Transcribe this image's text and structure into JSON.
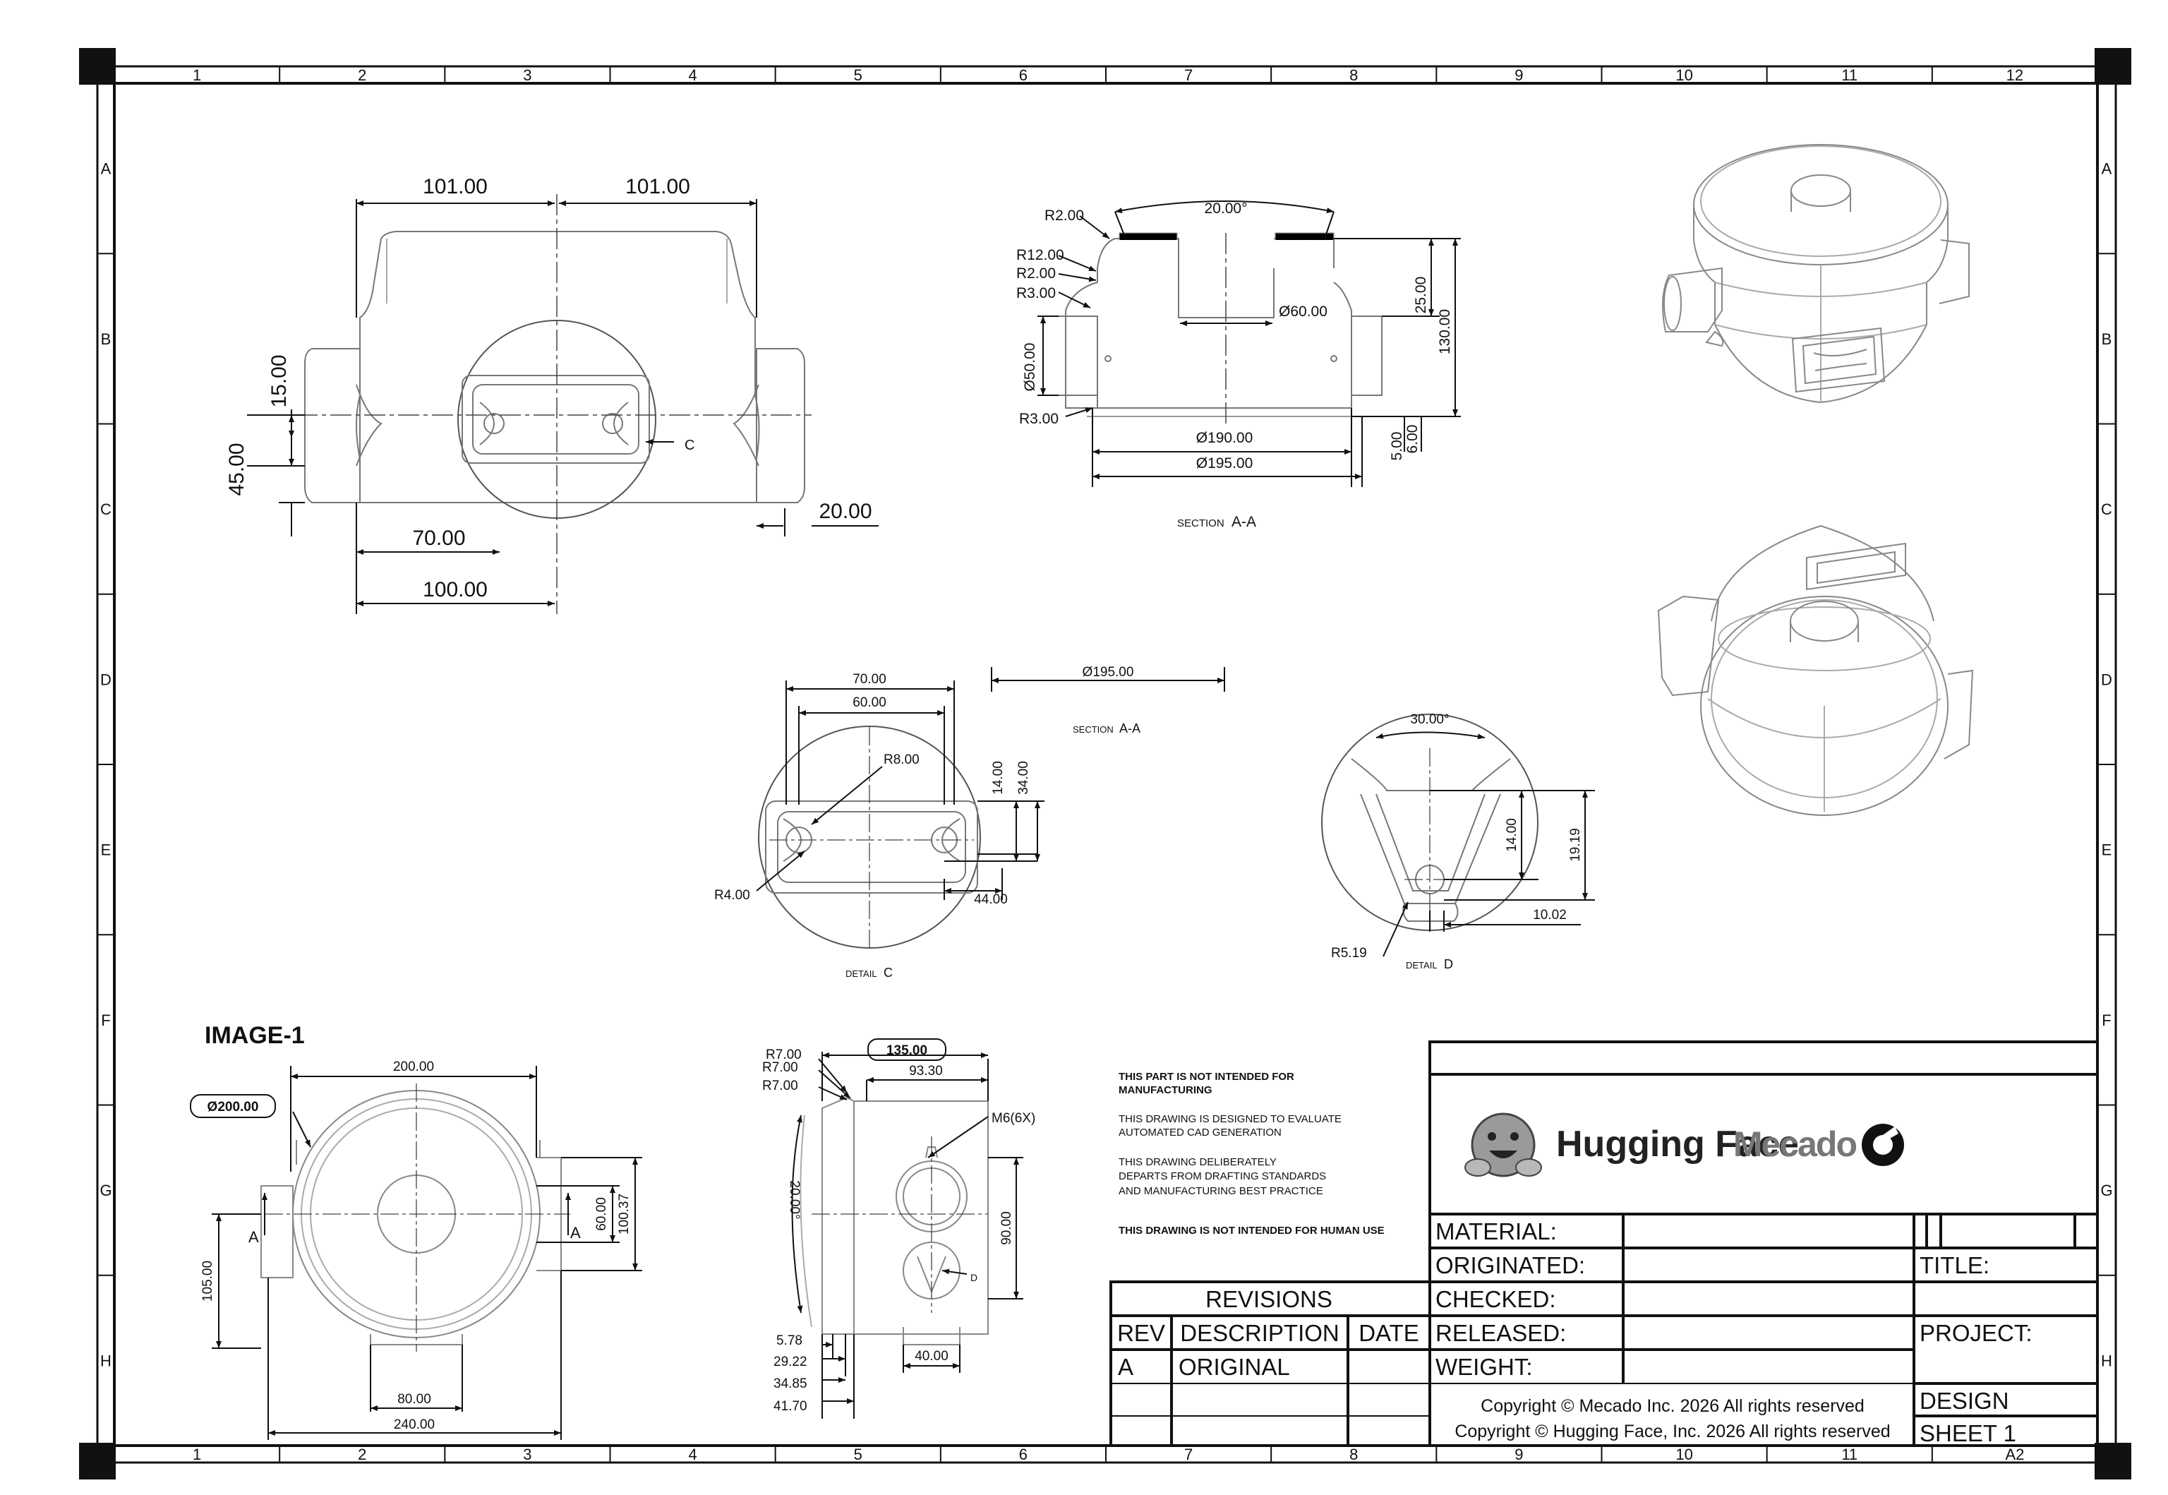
{
  "sheet": {
    "columns": [
      "1",
      "2",
      "3",
      "4",
      "5",
      "6",
      "7",
      "8",
      "9",
      "10",
      "11",
      "12"
    ],
    "bottom_columns": [
      "1",
      "2",
      "3",
      "4",
      "5",
      "6",
      "7",
      "8",
      "9",
      "10",
      "11",
      "A2"
    ],
    "rows": [
      "A",
      "B",
      "C",
      "D",
      "E",
      "F",
      "G",
      "H"
    ]
  },
  "front_view": {
    "dims": {
      "top_left": "101.00",
      "top_right": "101.00",
      "height_15": "15.00",
      "height_45": "45.00",
      "bottom_70": "70.00",
      "bottom_100": "100.00",
      "right_20": "20.00",
      "detail_ref": "C"
    }
  },
  "section_aa": {
    "dims": {
      "r2_top": "R2.00",
      "angle": "20.00°",
      "r12": "R12.00",
      "r2": "R2.00",
      "r3_top": "R3.00",
      "dia60": "Ø60.00",
      "d25": "25.00",
      "d130": "130.00",
      "dia50": "Ø50.00",
      "r3_bottom": "R3.00",
      "dia190": "Ø190.00",
      "dia195": "Ø195.00",
      "d5": "5.00",
      "d6": "6.00"
    },
    "label_prefix": "SECTION",
    "label": "A-A"
  },
  "section_aa_small": {
    "dia195": "Ø195.00",
    "label_prefix": "SECTION",
    "label": "A-A"
  },
  "detail_c": {
    "dims": {
      "d70": "70.00",
      "d60": "60.00",
      "r8": "R8.00",
      "d14": "14.00",
      "d34": "34.00",
      "r4": "R4.00",
      "d44": "44.00"
    },
    "label_prefix": "DETAIL",
    "label": "C"
  },
  "detail_d": {
    "dims": {
      "angle": "30.00°",
      "d14": "14.00",
      "d19": "19.19",
      "d10": "10.02",
      "r5": "R5.19"
    },
    "label_prefix": "DETAIL",
    "label": "D"
  },
  "bottom_view": {
    "image_label": "IMAGE-1",
    "dims": {
      "dia200": "Ø200.00",
      "d200": "200.00",
      "d60": "60.00",
      "d100": "100.37",
      "d105": "105.00",
      "d80": "80.00",
      "d240": "240.00",
      "section_mark": "A"
    }
  },
  "side_view": {
    "dims": {
      "d135": "135.00",
      "r7a": "R7.00",
      "r7b": "R7.00",
      "r7c": "R7.00",
      "d93": "93.30",
      "m6": "M6(6X)",
      "angle20": "20.00°",
      "d90": "90.00",
      "detail_ref": "D",
      "d578": "5.78",
      "d2922": "29.22",
      "d3485": "34.85",
      "d4170": "41.70",
      "d40": "40.00"
    }
  },
  "notes": [
    "THIS PART IS NOT INTENDED FOR",
    "MANUFACTURING",
    "THIS DRAWING IS DESIGNED TO EVALUATE",
    "AUTOMATED CAD GENERATION",
    "THIS DRAWING DELIBERATELY",
    "DEPARTS FROM DRAFTING STANDARDS",
    "AND MANUFACTURING BEST PRACTICE",
    "THIS DRAWING IS NOT INTENDED FOR HUMAN USE"
  ],
  "title_block": {
    "logo_hf": "Hugging Face",
    "logo_mecado": "Mecado",
    "material": "MATERIAL:",
    "originated": "ORIGINATED:",
    "checked": "CHECKED:",
    "released": "RELEASED:",
    "weight": "WEIGHT:",
    "title": "TITLE:",
    "project": "PROJECT:",
    "design": "DESIGN",
    "sheet": "SHEET 1",
    "copyright_mecado": "Copyright © Mecado Inc. 2026 All rights reserved",
    "copyright_hf": "Copyright © Hugging Face, Inc. 2026 All rights reserved"
  },
  "revisions": {
    "header": "REVISIONS",
    "columns": [
      "REV",
      "DESCRIPTION",
      "DATE"
    ],
    "rows": [
      {
        "rev": "A",
        "description": "ORIGINAL",
        "date": ""
      }
    ]
  }
}
